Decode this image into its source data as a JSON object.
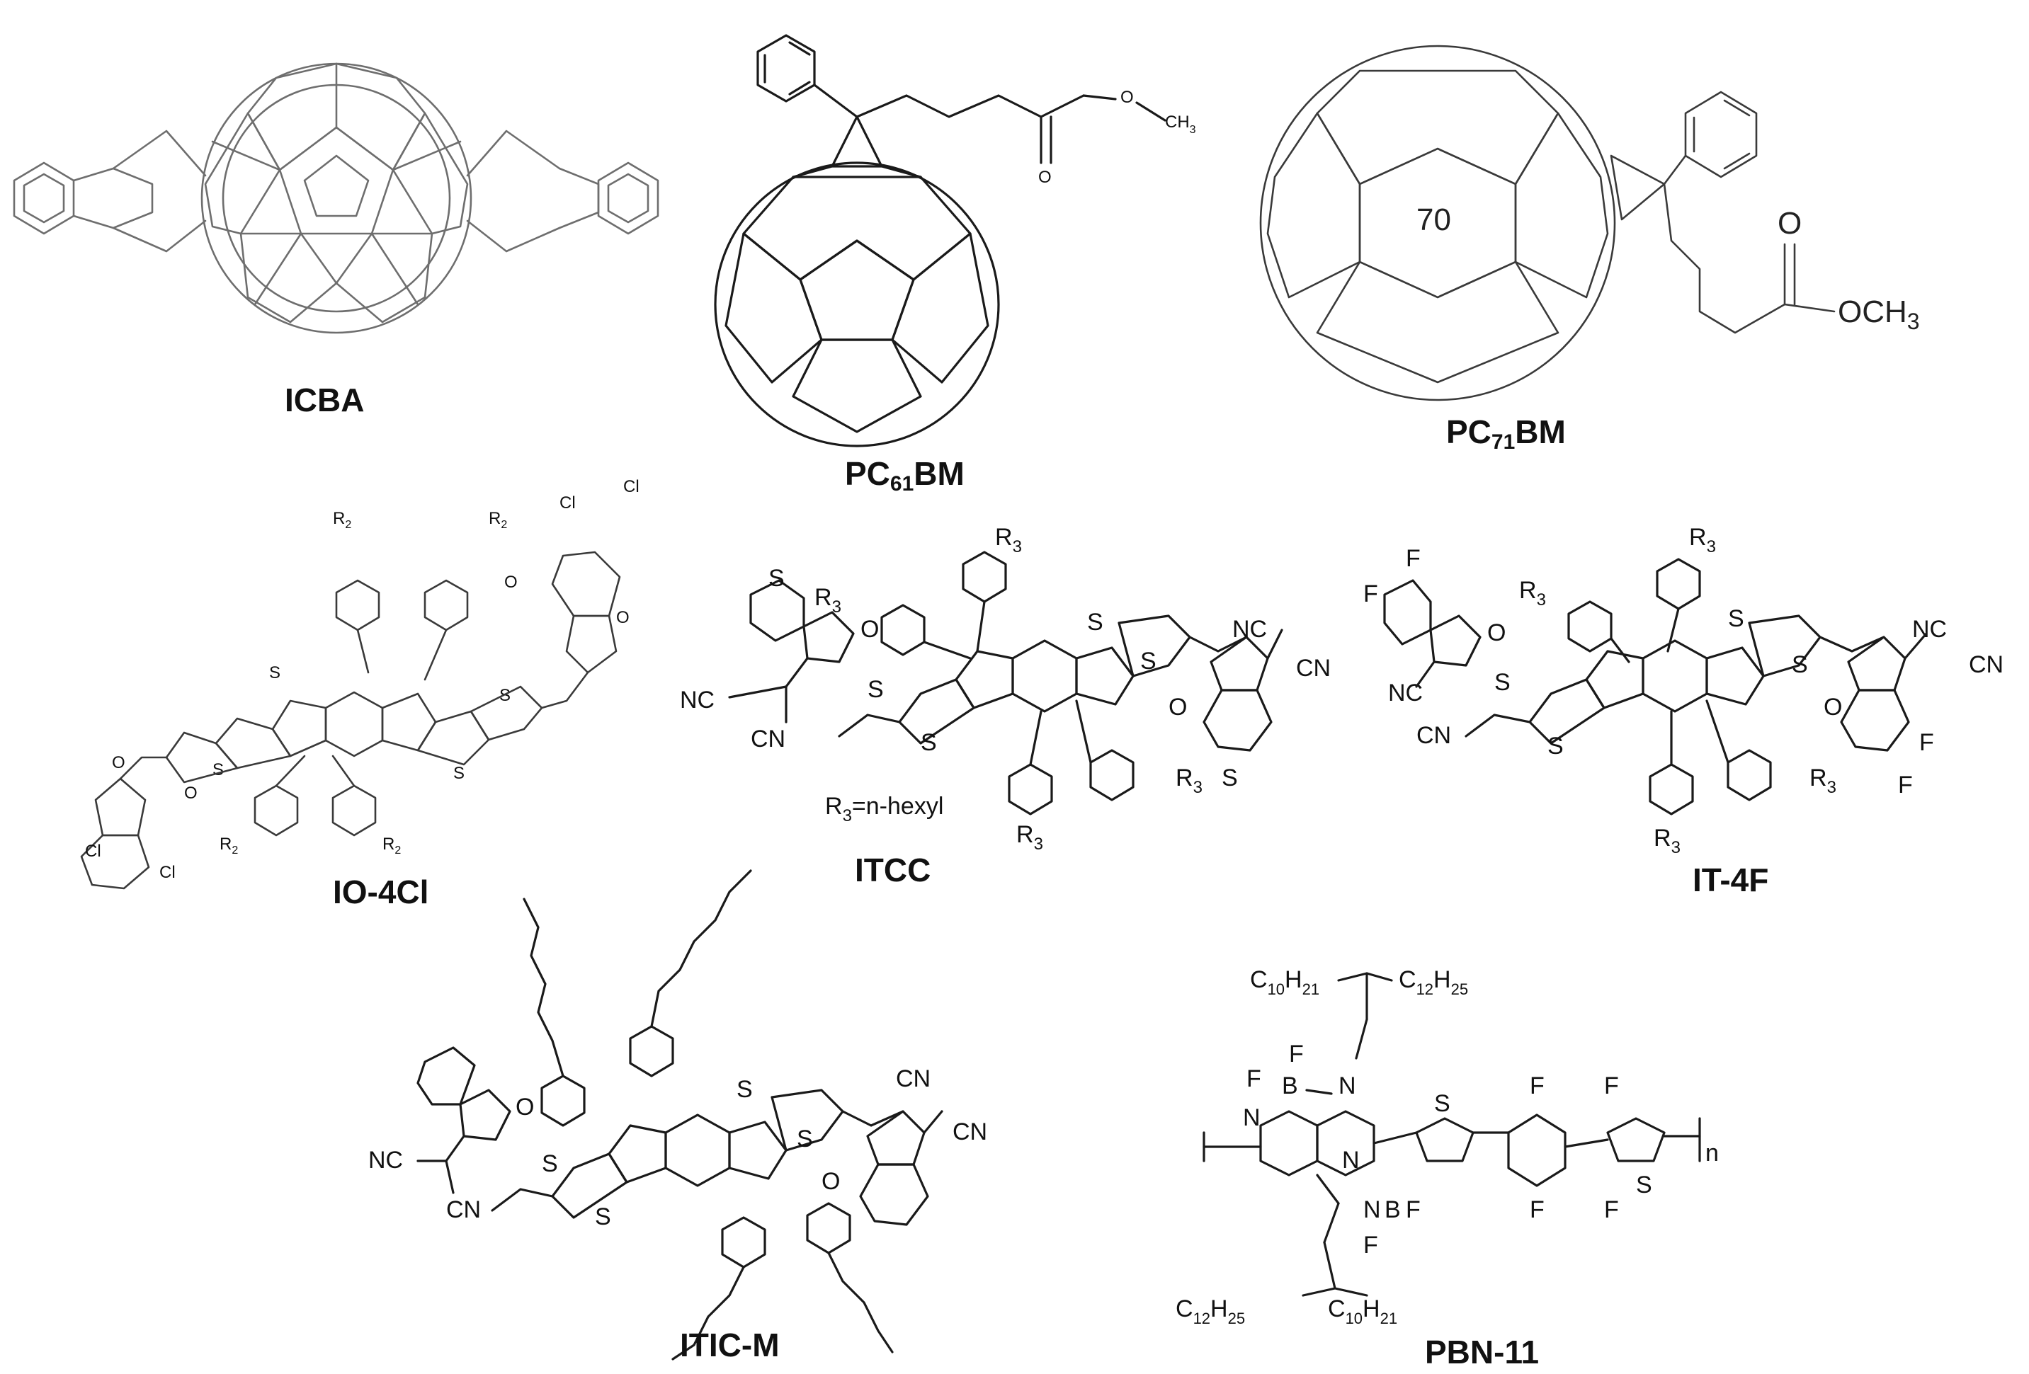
{
  "molecules": [
    {
      "id": "icba",
      "caption": "ICBA"
    },
    {
      "id": "pc61bm",
      "caption_main": "PC",
      "caption_sub": "61",
      "caption_tail": "BM",
      "substituent_o": "O",
      "substituent_ch": "CH",
      "substituent_sub": "3",
      "carbonyl_o": "O"
    },
    {
      "id": "pc71bm",
      "caption_main": "PC",
      "caption_sub": "71",
      "caption_tail": "BM",
      "cage_label": "70",
      "carbonyl_o": "O",
      "ester": "OCH",
      "ester_sub": "3"
    },
    {
      "id": "io4cl",
      "caption": "IO-4Cl",
      "halogen": "Cl",
      "ring_s": "S",
      "ketone_o": "O",
      "r_group": "R",
      "r_sub": "2"
    },
    {
      "id": "itcc",
      "caption": "ITCC",
      "r_note_main": "R",
      "r_note_sub": "3",
      "r_note_tail": "=n-hexyl",
      "cyano": "NC",
      "cyano_b": "CN",
      "ring_s": "S",
      "ketone_o": "O",
      "r_group": "R",
      "r_sub": "3"
    },
    {
      "id": "it4f",
      "caption": "IT-4F",
      "halogen": "F",
      "cyano": "NC",
      "cyano_b": "CN",
      "ring_s": "S",
      "ketone_o": "O",
      "r_group": "R",
      "r_sub": "3"
    },
    {
      "id": "iticm",
      "caption": "ITIC-M",
      "cyano": "NC",
      "cyano_b": "CN",
      "ring_s": "S",
      "ketone_o": "O"
    },
    {
      "id": "pbn11",
      "caption": "PBN-11",
      "c10": "C",
      "c10_sub": "10",
      "h21": "H",
      "h21_sub": "21",
      "c12": "C",
      "c12_sub": "12",
      "h25": "H",
      "h25_sub": "25",
      "n": "N",
      "b": "B",
      "f": "F",
      "s": "S",
      "repeat": "n"
    }
  ]
}
